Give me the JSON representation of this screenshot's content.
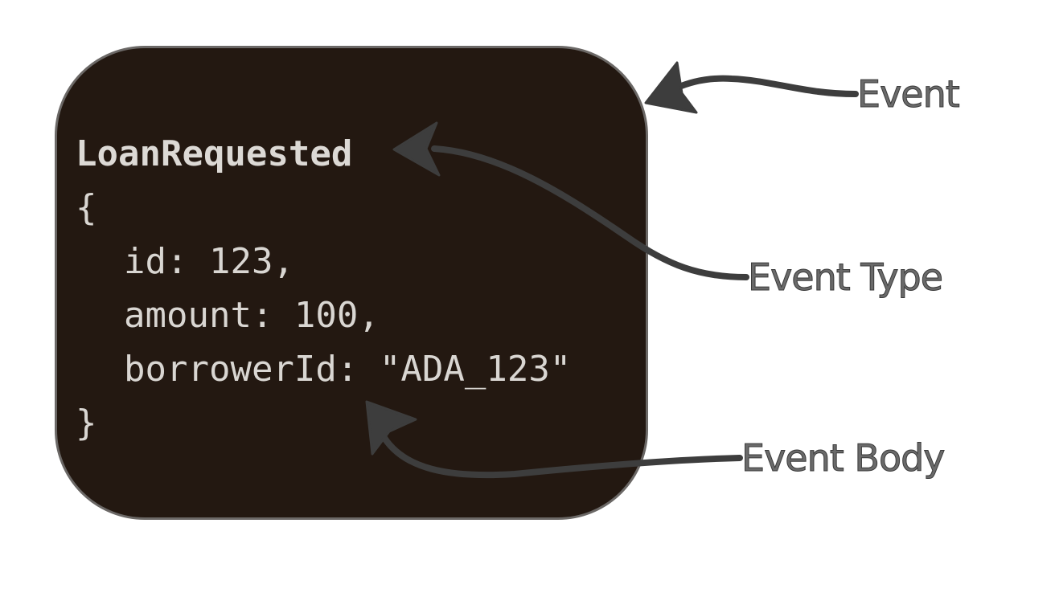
{
  "event_card": {
    "type_name": "LoanRequested",
    "open_brace": "{",
    "fields": [
      "id: 123,",
      "amount: 100,",
      "borrowerId: \"ADA_123\""
    ],
    "close_brace": "}"
  },
  "annotations": {
    "event": "Event",
    "event_type": "Event Type",
    "event_body": "Event Body"
  },
  "colors": {
    "card_background": "#231811",
    "card_border": "#6b6866",
    "code_text": "#d9d6d2",
    "arrow": "#3d3d3d",
    "label_text": "#6a6a6a"
  }
}
